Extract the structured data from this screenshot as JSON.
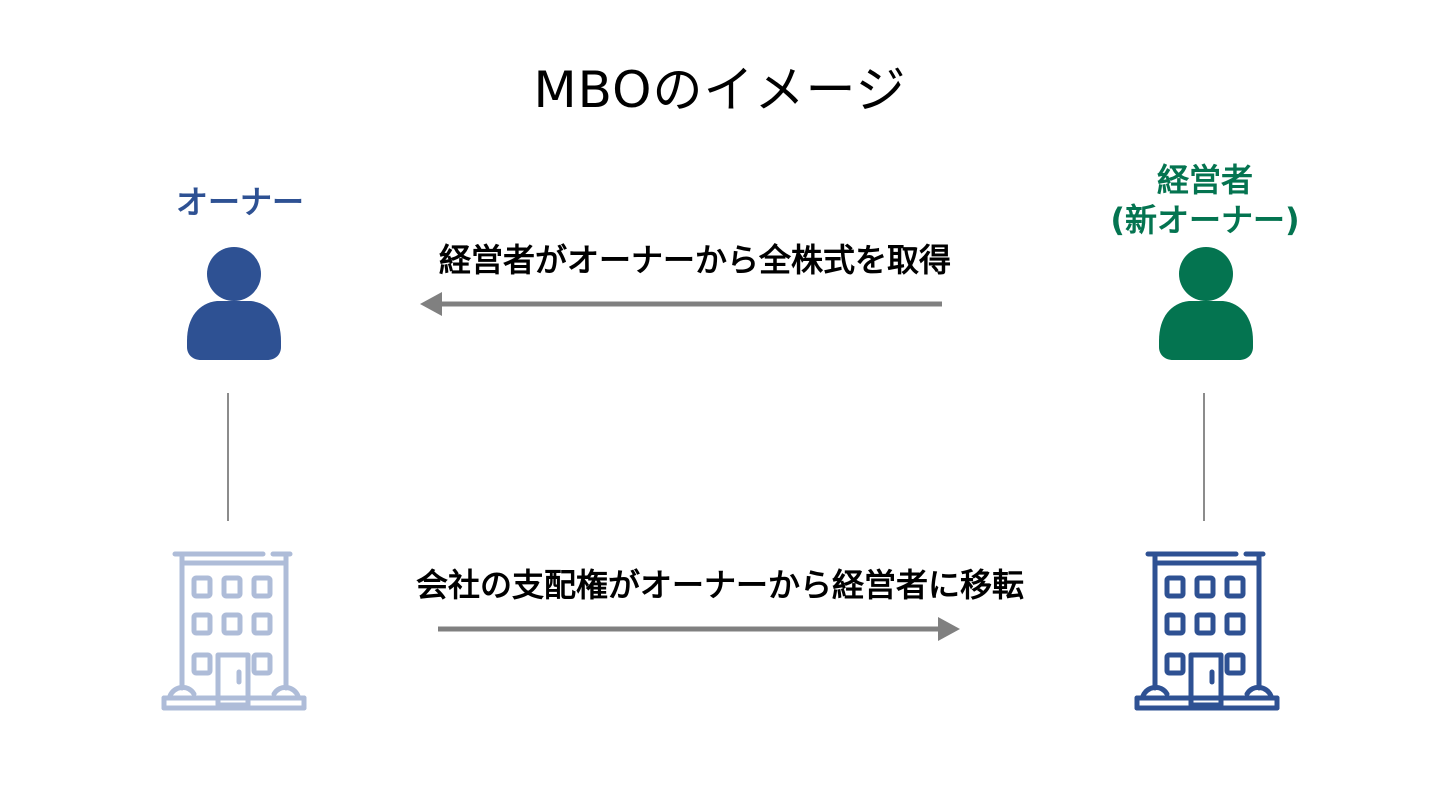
{
  "title": "MBOのイメージ",
  "owner": {
    "label": "オーナー",
    "color": "#2E5193",
    "icon": "person-icon"
  },
  "manager": {
    "label_line1": "経営者",
    "label_line2": "(新オーナー)",
    "color": "#047450",
    "icon": "person-icon"
  },
  "flows": {
    "shares": {
      "label": "経営者がオーナーから全株式を取得",
      "direction": "right-to-left"
    },
    "control": {
      "label": "会社の支配権がオーナーから経営者に移転",
      "direction": "left-to-right"
    }
  },
  "company_icons": {
    "before": {
      "icon": "building-icon",
      "color": "#AEBCD8"
    },
    "after": {
      "icon": "building-icon",
      "color": "#2E5193"
    }
  },
  "colors": {
    "arrow": "#808080",
    "connector": "#8c8c8c"
  }
}
